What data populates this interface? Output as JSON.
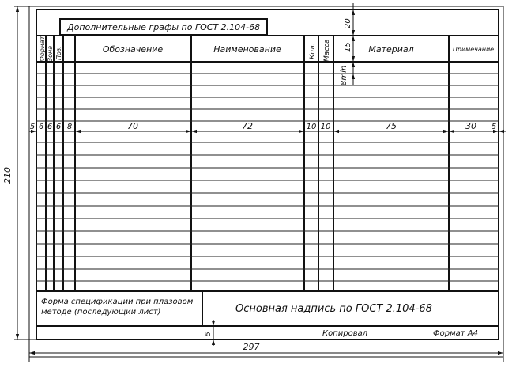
{
  "header_box": {
    "title": "Дополнительные графы по ГОСТ 2.104-68"
  },
  "columns": {
    "format": "Формат",
    "zone": "Зона",
    "pos": "Поз.",
    "designation": "Обозначение",
    "name": "Наименование",
    "qty": "Кол.",
    "mass": "Масса",
    "material": "Материал",
    "note": "Примечание"
  },
  "dims": {
    "d5_left": "5",
    "d6a": "6",
    "d6b": "6",
    "d8": "8",
    "d70": "70",
    "d72": "72",
    "d10a": "10",
    "d10b": "10",
    "d75": "75",
    "d30": "30",
    "d5_right": "5",
    "d20": "20",
    "d15": "15",
    "d8min": "8min",
    "d210": "210",
    "d297": "297",
    "d5_bottom": "5"
  },
  "footer": {
    "form_note_line1": "Форма спецификации при плазовом",
    "form_note_line2": "методе (последующий лист)",
    "main_stamp": "Основная надпись по ГОСТ 2.104-68",
    "copied": "Копировал",
    "format": "Формат А4"
  }
}
